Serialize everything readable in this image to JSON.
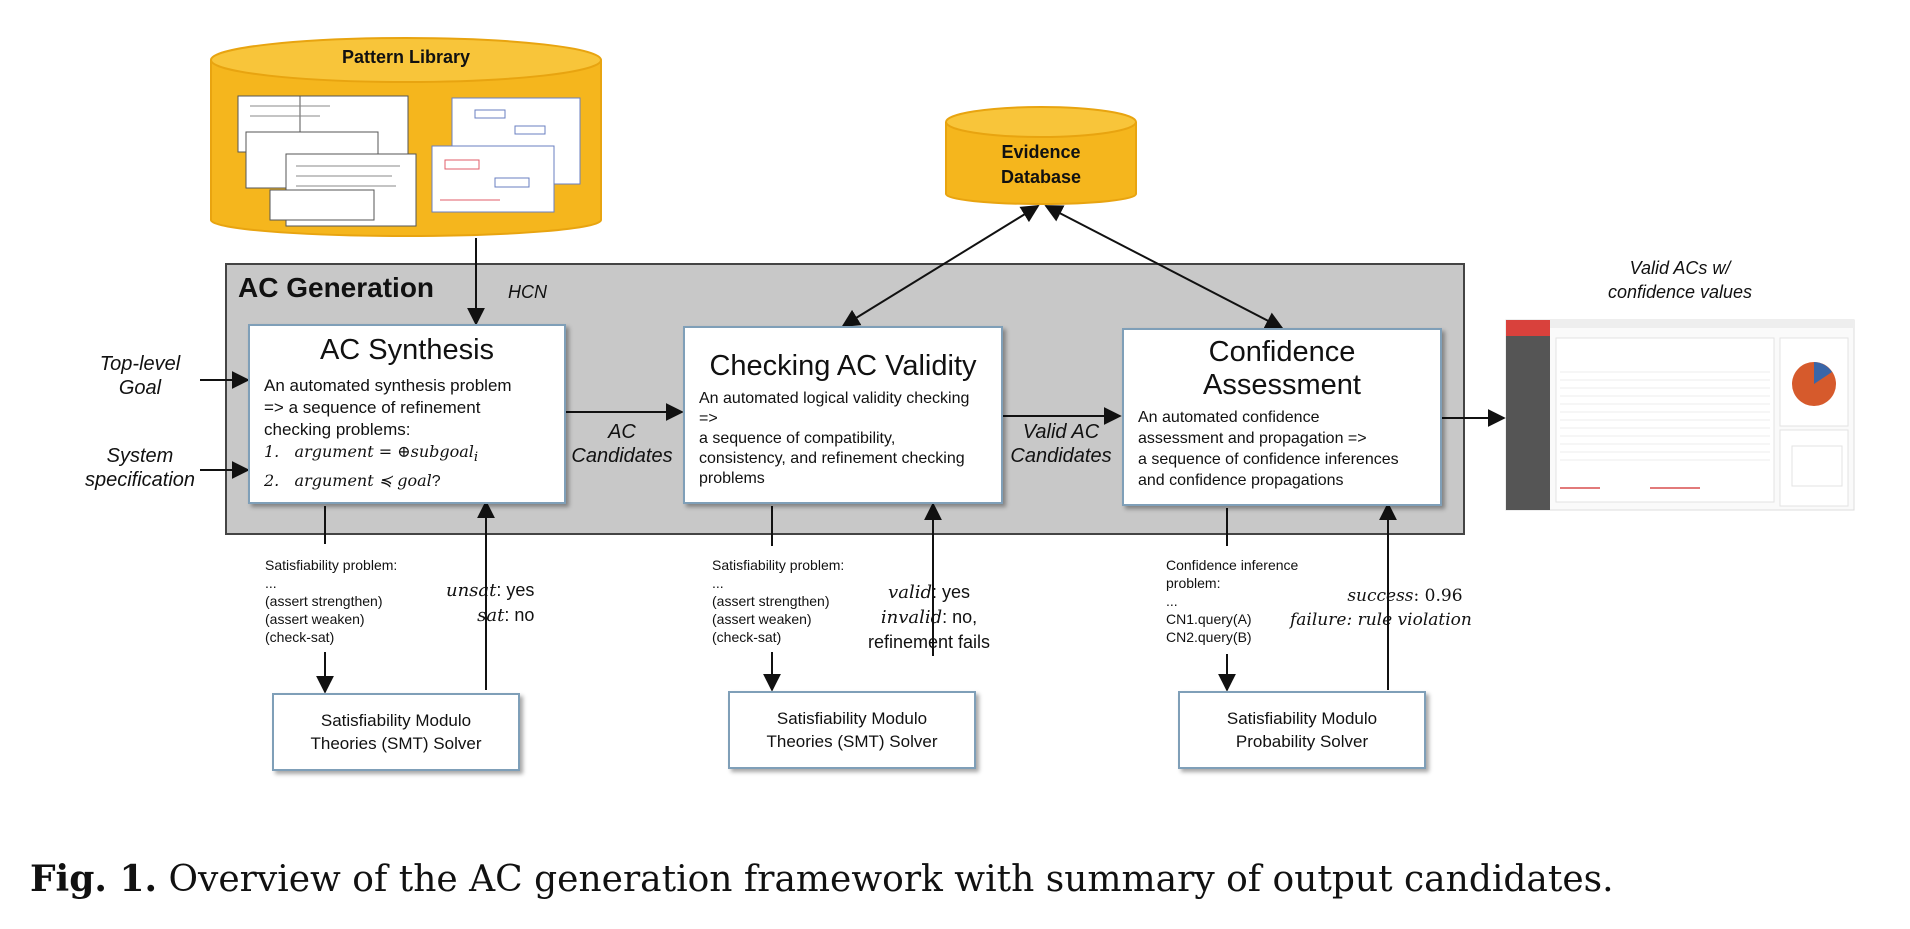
{
  "pattern_library": {
    "label": "Pattern Library"
  },
  "evidence_db": {
    "label_line1": "Evidence",
    "label_line2": "Database"
  },
  "container": {
    "title": "AC Generation",
    "hcn_label": "HCN"
  },
  "inputs": {
    "goal_line1": "Top-level",
    "goal_line2": "Goal",
    "spec_line1": "System",
    "spec_line2": "specification"
  },
  "synthesis": {
    "title": "AC Synthesis",
    "desc_line1": "An automated synthesis problem",
    "desc_line2": "=> a sequence of refinement",
    "desc_line3": "checking problems:",
    "item1_num": "1.",
    "item1_text": "argument = ⊕subgoal",
    "item1_sub": "i",
    "item2_num": "2.",
    "item2_text": "argument ≼ goal",
    "item2_q": "?"
  },
  "validity": {
    "title": "Checking AC Validity",
    "desc_line1": "An automated logical validity checking",
    "desc_line2": "=>",
    "desc_line3": "a sequence of compatibility,",
    "desc_line4": "consistency, and refinement checking",
    "desc_line5": "problems"
  },
  "confidence": {
    "title_line1": "Confidence",
    "title_line2": "Assessment",
    "desc_line1": "An automated confidence",
    "desc_line2": "assessment and propagation =>",
    "desc_line3": "a sequence of confidence inferences",
    "desc_line4": "and confidence propagations"
  },
  "edges": {
    "ac_line1": "AC",
    "ac_line2": "Candidates",
    "valid_line1": "Valid AC",
    "valid_line2": "Candidates"
  },
  "output": {
    "label_line1": "Valid ACs w/",
    "label_line2": "confidence values"
  },
  "query1": {
    "line1": "Satisfiability problem:",
    "line2": "...",
    "line3": "(assert strengthen)",
    "line4": "(assert weaken)",
    "line5": "(check-sat)"
  },
  "reply1": {
    "a_key": "unsat",
    "a_val": ": yes",
    "b_key": "sat",
    "b_val": ": no"
  },
  "query2": {
    "line1": "Satisfiability problem:",
    "line2": "...",
    "line3": "(assert strengthen)",
    "line4": "(assert weaken)",
    "line5": "(check-sat)"
  },
  "reply2": {
    "a_key": "valid",
    "a_val": ":  yes",
    "b_key": "invalid",
    "b_val": ": no,",
    "c": "refinement fails"
  },
  "query3": {
    "line1": "Confidence inference",
    "line2": "problem:",
    "line3": "...",
    "line4": "CN1.query(A)",
    "line5": "CN2.query(B)"
  },
  "reply3": {
    "a_key": "success",
    "a_val": ": 0.96",
    "b_key": "failure",
    "b_val": ": rule violation"
  },
  "solver1": {
    "line1": "Satisfiability Modulo",
    "line2": "Theories (SMT) Solver"
  },
  "solver2": {
    "line1": "Satisfiability Modulo",
    "line2": "Theories (SMT) Solver"
  },
  "solver3": {
    "line1": "Satisfiability Modulo",
    "line2": "Probability Solver"
  },
  "caption": {
    "label": "Fig. 1.",
    "text": " Overview of the AC generation framework with summary of output candidates."
  },
  "colors": {
    "db_fill": "#f5b61d",
    "db_edge": "#e8a410",
    "container_fill": "#c8c8c8",
    "box_border": "#7f9fb8"
  }
}
